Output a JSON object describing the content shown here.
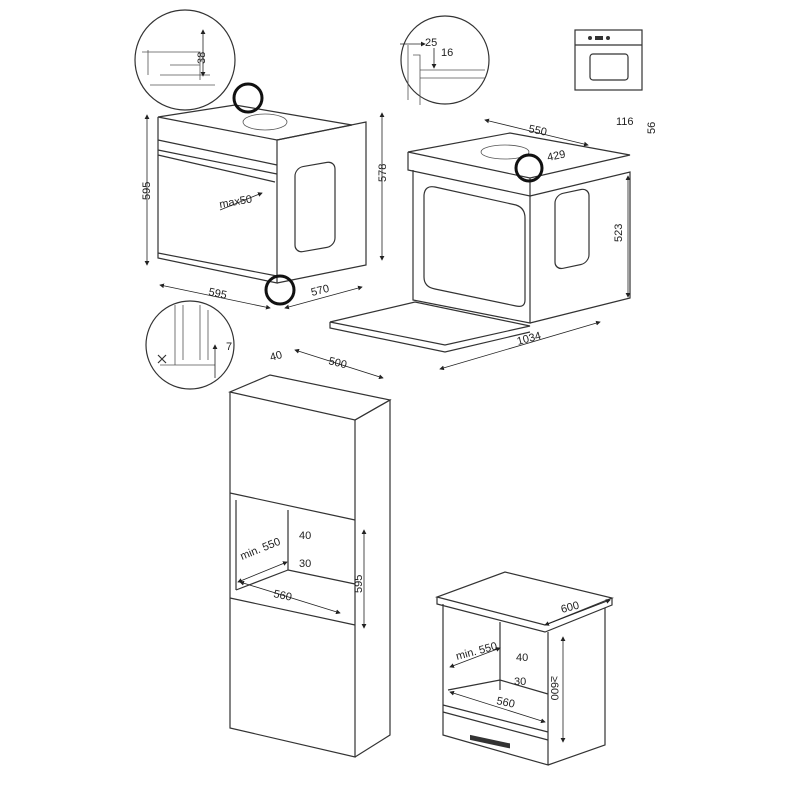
{
  "diagram": {
    "oven_icon": "built-in-oven-icon",
    "colors": {
      "line": "#333333",
      "background": "#ffffff",
      "callout_circle": "#111111"
    },
    "oven_front_view": {
      "detail_top_clearance": "38",
      "height": "595",
      "body_height": "578",
      "handle_depth": "max50",
      "width": "595",
      "depth": "570"
    },
    "detail_top_right": {
      "a": "25",
      "b": "16"
    },
    "detail_bottom_left": {
      "gap": "7"
    },
    "oven_open_view": {
      "depth": "550",
      "offset": "116",
      "top_height": "56",
      "inner_depth": "429",
      "body_height": "523",
      "door_open_depth": "1034"
    },
    "tall_cabinet": {
      "rear_gap": "40",
      "depth": "500",
      "min_depth": "min. 550",
      "vent_width": "40",
      "vent_height": "30",
      "niche_height": "595",
      "niche_width": "560"
    },
    "under_counter": {
      "counter_depth": "600",
      "min_depth": "min. 550",
      "vent_width": "40",
      "vent_height": "30",
      "niche_height": "≥600",
      "niche_width": "560"
    }
  }
}
